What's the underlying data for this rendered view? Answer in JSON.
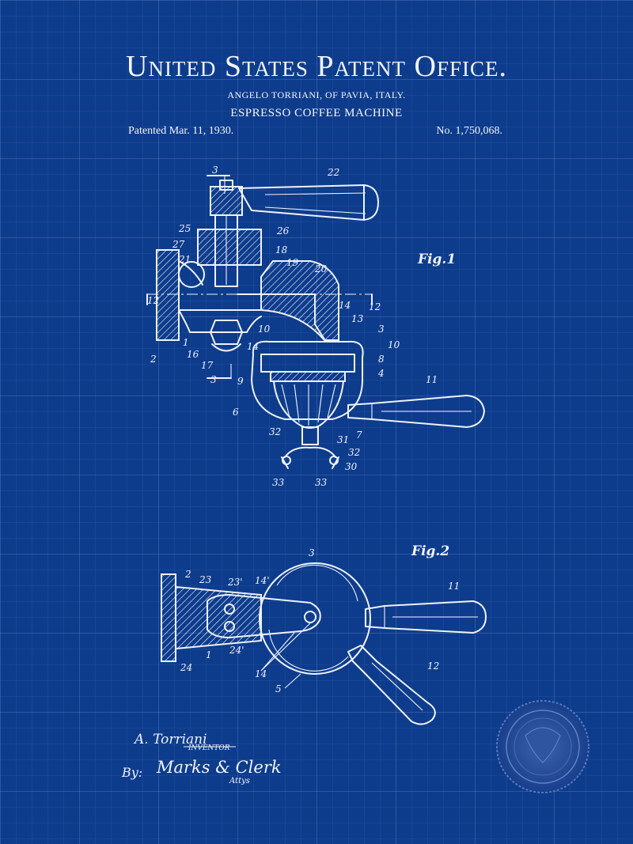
{
  "header": {
    "office_title": "United States Patent Office.",
    "inventor_line": "ANGELO TORRIANI, OF PAVIA, ITALY.",
    "invention_title": "ESPRESSO COFFEE MACHINE",
    "patent_date": "Patented Mar. 11, 1930.",
    "patent_number": "No. 1,750,068."
  },
  "figures": {
    "fig1_label": "Fig.1",
    "fig2_label": "Fig.2",
    "fig1_refs": {
      "r3a": "3",
      "r22": "22",
      "r25": "25",
      "r26": "26",
      "r27": "27",
      "r21": "21",
      "r18": "18",
      "r19": "19",
      "r20": "20",
      "r12a": "12",
      "r12b": "12",
      "r14a": "14",
      "r13": "13",
      "r3b": "3",
      "r10a": "10",
      "r1": "1",
      "r2": "2",
      "r16": "16",
      "r17": "17",
      "r3c": "3",
      "r14b": "14",
      "r10b": "10",
      "r8": "8",
      "r4": "4",
      "r9": "9",
      "r11": "11",
      "r6": "6",
      "r7": "7",
      "r32a": "32",
      "r31": "31",
      "r32b": "32",
      "r30": "30",
      "r33a": "33",
      "r33b": "33"
    },
    "fig2_refs": {
      "r3": "3",
      "r2": "2",
      "r23": "23",
      "r23p": "23'",
      "r14p": "14'",
      "r11": "11",
      "r24p": "24'",
      "r1": "1",
      "r24": "24",
      "r14": "14",
      "r12": "12",
      "r5": "5"
    }
  },
  "signatures": {
    "inventor_name": "A. Torriani",
    "inventor_caption": "INVENTOR",
    "by": "By:",
    "attorney_name": "Marks & Clerk",
    "attorney_caption": "Attys"
  },
  "colors": {
    "background": "#0e3c8c",
    "ink": "#eef3fc"
  }
}
